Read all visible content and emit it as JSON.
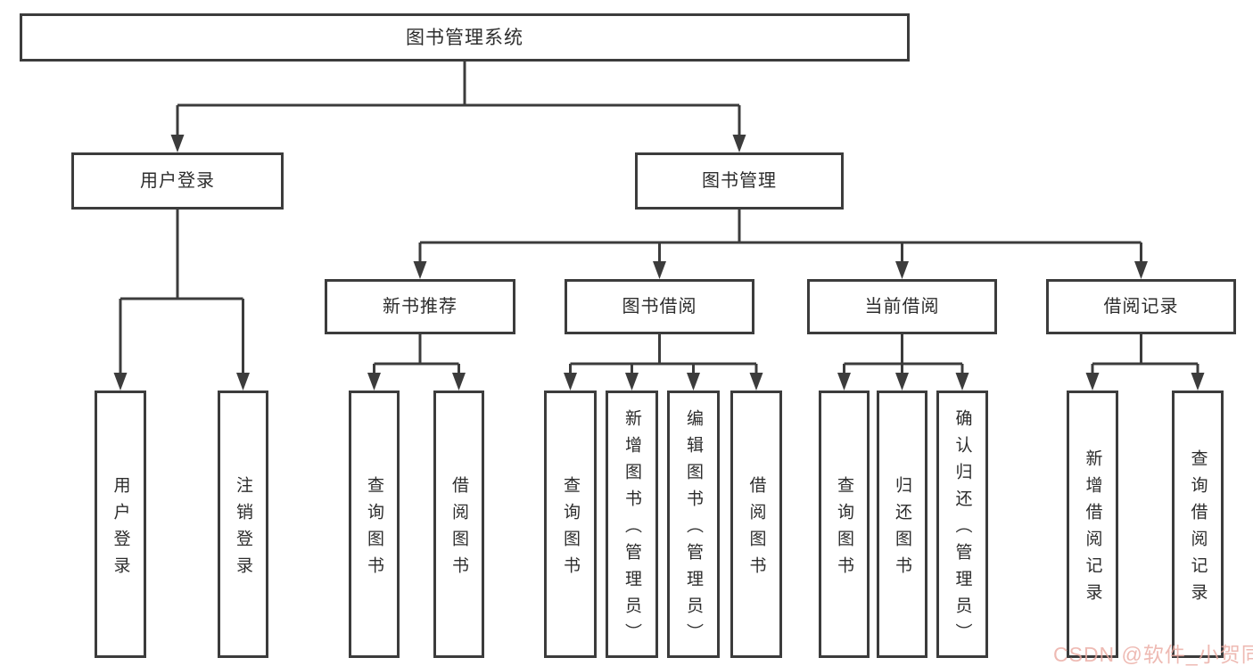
{
  "diagram": {
    "title": "图书管理系统",
    "watermark": "CSDN @软件_小贺同学",
    "colors": {
      "line": "#3c3c3c",
      "text": "#2d2d2d",
      "background": "#ffffff",
      "watermark": "#eba9a1"
    },
    "nodes": {
      "root": {
        "label": "图书管理系统"
      },
      "user_login": {
        "label": "用户登录"
      },
      "book_mgmt": {
        "label": "图书管理"
      },
      "new_books": {
        "label": "新书推荐"
      },
      "book_borrow": {
        "label": "图书借阅"
      },
      "current_borrow": {
        "label": "当前借阅"
      },
      "borrow_records": {
        "label": "借阅记录"
      },
      "a1": {
        "label": "用户登录"
      },
      "a2": {
        "label": "注销登录"
      },
      "b1": {
        "label": "查询图书"
      },
      "b2": {
        "label": "借阅图书"
      },
      "c1": {
        "label": "查询图书"
      },
      "c2": {
        "label": "新增图书（管理员）"
      },
      "c3": {
        "label": "编辑图书（管理员）"
      },
      "c4": {
        "label": "借阅图书"
      },
      "d1": {
        "label": "查询图书"
      },
      "d2": {
        "label": "归还图书"
      },
      "d3": {
        "label": "确认归还（管理员）"
      },
      "e1": {
        "label": "新增借阅记录"
      },
      "e2": {
        "label": "查询借阅记录"
      }
    }
  }
}
